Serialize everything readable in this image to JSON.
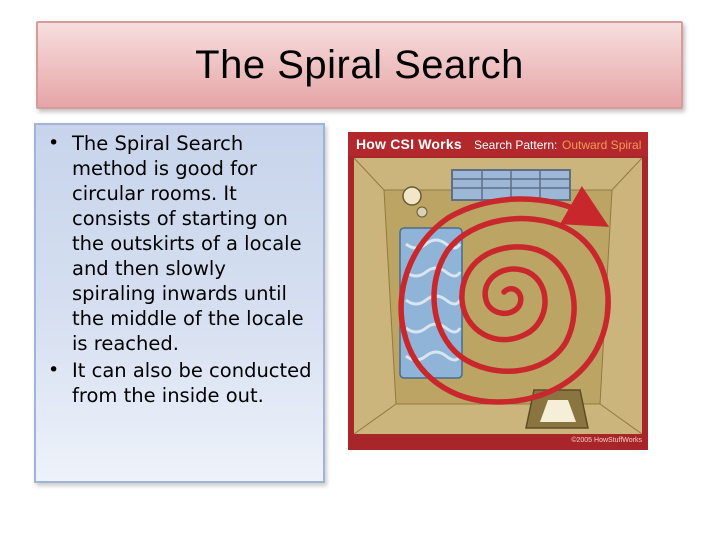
{
  "slide": {
    "title": "The Spiral Search",
    "bullets": [
      "The Spiral Search method is good for circular rooms. It consists of starting on the outskirts of a locale and then slowly spiraling inwards until the middle of the locale is reached.",
      "It can also be conducted from the inside out."
    ]
  },
  "figure": {
    "brand": "How CSI Works",
    "subtitle": "Search Pattern:",
    "subtitle_accent": "Outward Spiral",
    "copyright": "©2005 HowStuffWorks",
    "colors": {
      "frame": "#a8262a",
      "wall": "#c7b077",
      "floor": "#bfa767",
      "spiral": "#c8272c",
      "window": "#9db8d6",
      "bed": "#8fb4d8"
    }
  }
}
